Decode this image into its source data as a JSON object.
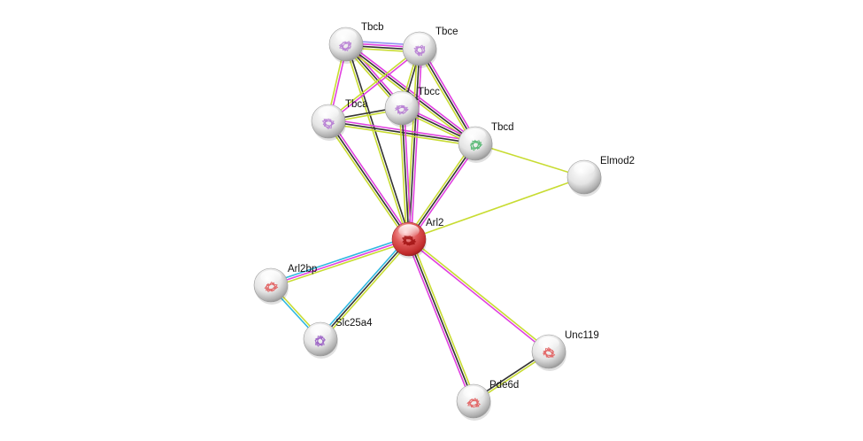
{
  "title": "Protein interaction network",
  "edge_colors": {
    "textmining": "#c8dc32",
    "coexpression": "#333333",
    "experiments": "#e040e0",
    "databases": "#30b8e0",
    "homology": "#9090f0"
  },
  "nodes": [
    {
      "id": "Tbcb",
      "label": "Tbcb",
      "color": "#d8d8d8",
      "glyph": "#b070d0",
      "structure": true
    },
    {
      "id": "Tbce",
      "label": "Tbce",
      "color": "#d8d8d8",
      "glyph": "#b070d0",
      "structure": true
    },
    {
      "id": "Tbca",
      "label": "Tbca",
      "color": "#d8d8d8",
      "glyph": "#b070d0",
      "structure": true
    },
    {
      "id": "Tbcc",
      "label": "Tbcc",
      "color": "#d8d8d8",
      "glyph": "#b070d0",
      "structure": true
    },
    {
      "id": "Tbcd",
      "label": "Tbcd",
      "color": "#d8d8d8",
      "glyph": "#40b060",
      "structure": true
    },
    {
      "id": "Elmod2",
      "label": "Elmod2",
      "color": "#d8d8d8",
      "glyph": "",
      "structure": false
    },
    {
      "id": "Arl2",
      "label": "Arl2",
      "color": "#d04040",
      "glyph": "#a01010",
      "structure": true,
      "query": true
    },
    {
      "id": "Arl2bp",
      "label": "Arl2bp",
      "color": "#d8d8d8",
      "glyph": "#e05050",
      "structure": true
    },
    {
      "id": "Slc25a4",
      "label": "Slc25a4",
      "color": "#d8d8d8",
      "glyph": "#9050c0",
      "structure": true
    },
    {
      "id": "Unc119",
      "label": "Unc119",
      "color": "#d8d8d8",
      "glyph": "#e05050",
      "structure": true
    },
    {
      "id": "Pde6d",
      "label": "Pde6d",
      "color": "#d8d8d8",
      "glyph": "#e05050",
      "structure": true
    }
  ],
  "edges": [
    {
      "source": "Tbcb",
      "target": "Tbce",
      "evidence": [
        "homology",
        "experiments",
        "coexpression",
        "textmining"
      ]
    },
    {
      "source": "Tbcb",
      "target": "Tbca",
      "evidence": [
        "experiments",
        "textmining"
      ]
    },
    {
      "source": "Tbcb",
      "target": "Tbcc",
      "evidence": [
        "experiments",
        "coexpression",
        "textmining"
      ]
    },
    {
      "source": "Tbcb",
      "target": "Tbcd",
      "evidence": [
        "experiments",
        "coexpression",
        "textmining"
      ]
    },
    {
      "source": "Tbcb",
      "target": "Arl2",
      "evidence": [
        "coexpression",
        "textmining"
      ]
    },
    {
      "source": "Tbce",
      "target": "Tbca",
      "evidence": [
        "experiments",
        "textmining"
      ]
    },
    {
      "source": "Tbce",
      "target": "Tbcc",
      "evidence": [
        "coexpression",
        "textmining"
      ]
    },
    {
      "source": "Tbce",
      "target": "Tbcd",
      "evidence": [
        "experiments",
        "coexpression",
        "textmining"
      ]
    },
    {
      "source": "Tbce",
      "target": "Arl2",
      "evidence": [
        "experiments",
        "coexpression",
        "textmining"
      ]
    },
    {
      "source": "Tbca",
      "target": "Tbcc",
      "evidence": [
        "coexpression",
        "textmining"
      ]
    },
    {
      "source": "Tbca",
      "target": "Tbcd",
      "evidence": [
        "experiments",
        "coexpression",
        "textmining"
      ]
    },
    {
      "source": "Tbca",
      "target": "Arl2",
      "evidence": [
        "experiments",
        "coexpression",
        "textmining"
      ]
    },
    {
      "source": "Tbcc",
      "target": "Tbcd",
      "evidence": [
        "experiments",
        "coexpression",
        "textmining"
      ]
    },
    {
      "source": "Tbcc",
      "target": "Arl2",
      "evidence": [
        "experiments",
        "coexpression",
        "textmining"
      ]
    },
    {
      "source": "Tbcd",
      "target": "Arl2",
      "evidence": [
        "experiments",
        "coexpression",
        "textmining"
      ]
    },
    {
      "source": "Tbcd",
      "target": "Elmod2",
      "evidence": [
        "textmining"
      ]
    },
    {
      "source": "Elmod2",
      "target": "Arl2",
      "evidence": [
        "textmining"
      ]
    },
    {
      "source": "Arl2",
      "target": "Arl2bp",
      "evidence": [
        "textmining",
        "experiments",
        "databases"
      ]
    },
    {
      "source": "Arl2",
      "target": "Slc25a4",
      "evidence": [
        "textmining",
        "coexpression",
        "databases"
      ]
    },
    {
      "source": "Arl2bp",
      "target": "Slc25a4",
      "evidence": [
        "textmining",
        "databases"
      ]
    },
    {
      "source": "Arl2",
      "target": "Unc119",
      "evidence": [
        "textmining",
        "experiments"
      ]
    },
    {
      "source": "Arl2",
      "target": "Pde6d",
      "evidence": [
        "textmining",
        "coexpression",
        "experiments"
      ]
    },
    {
      "source": "Unc119",
      "target": "Pde6d",
      "evidence": [
        "textmining",
        "coexpression"
      ]
    }
  ]
}
